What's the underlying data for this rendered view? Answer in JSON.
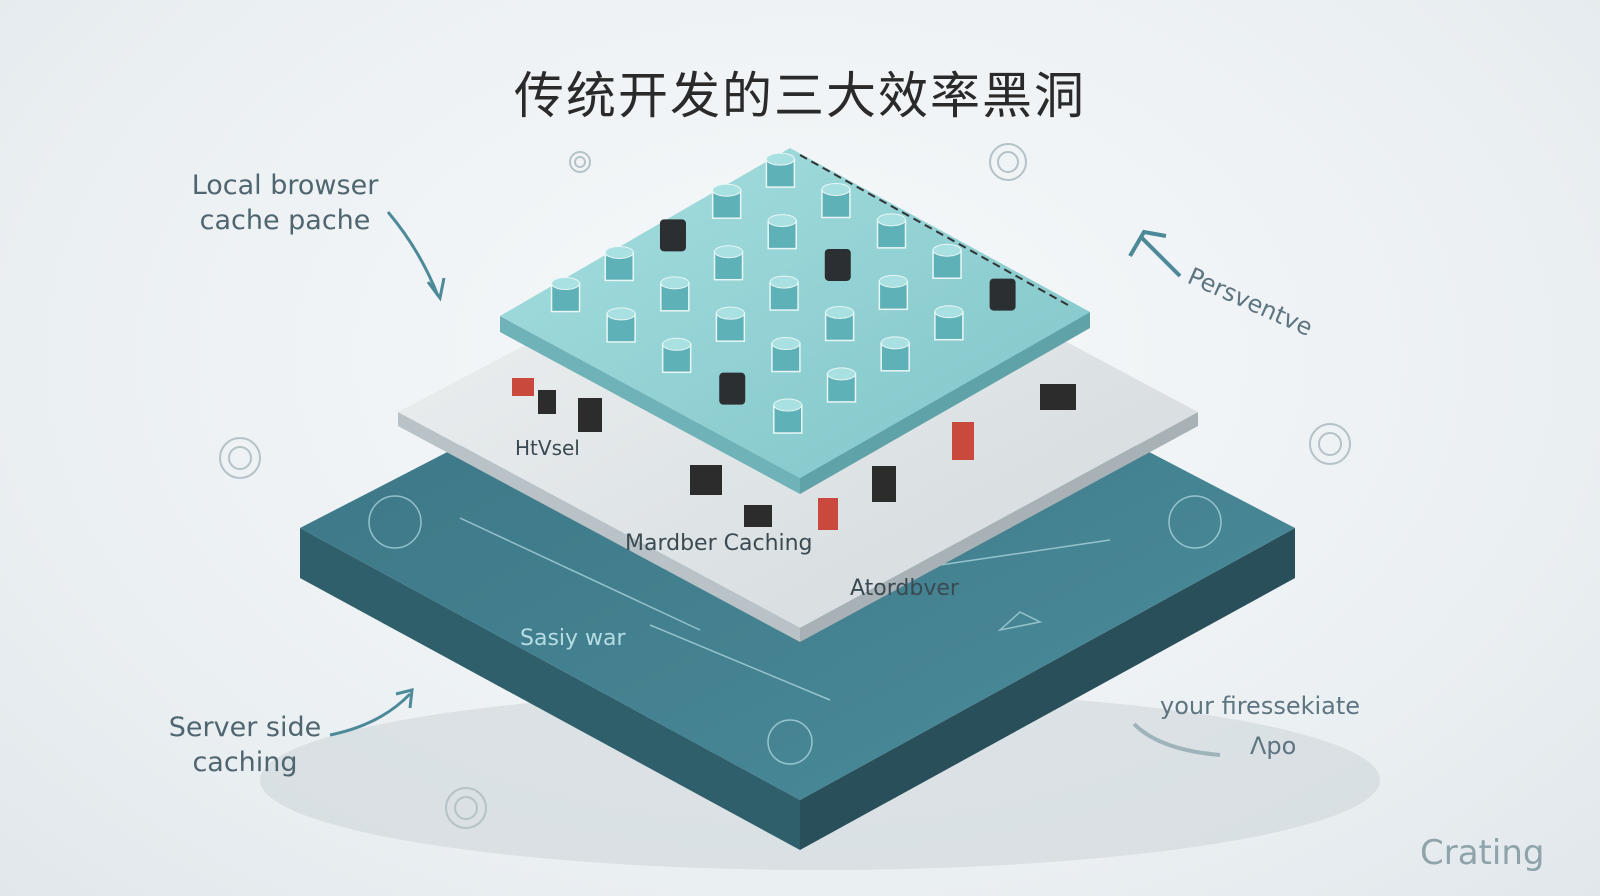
{
  "title": "传统开发的三大效率黑洞",
  "labels": {
    "top_left": "Local browser\ncache pache",
    "top_right": "Persventve",
    "bottom_left": "Server side\ncaching",
    "bottom_right_1": "your firessekiate",
    "bottom_right_2": "Λpo",
    "corner": "Crating"
  },
  "layers": {
    "middle_texts": [
      "HtVsel",
      "Mardber Caching",
      "Atordbver"
    ],
    "bottom_text": "Sasiy war"
  },
  "colors": {
    "top_layer": "#8fd0d3",
    "middle_layer": "#dfe5e8",
    "bottom_layer": "#3f7d8c",
    "accent": "#4d8a99"
  }
}
